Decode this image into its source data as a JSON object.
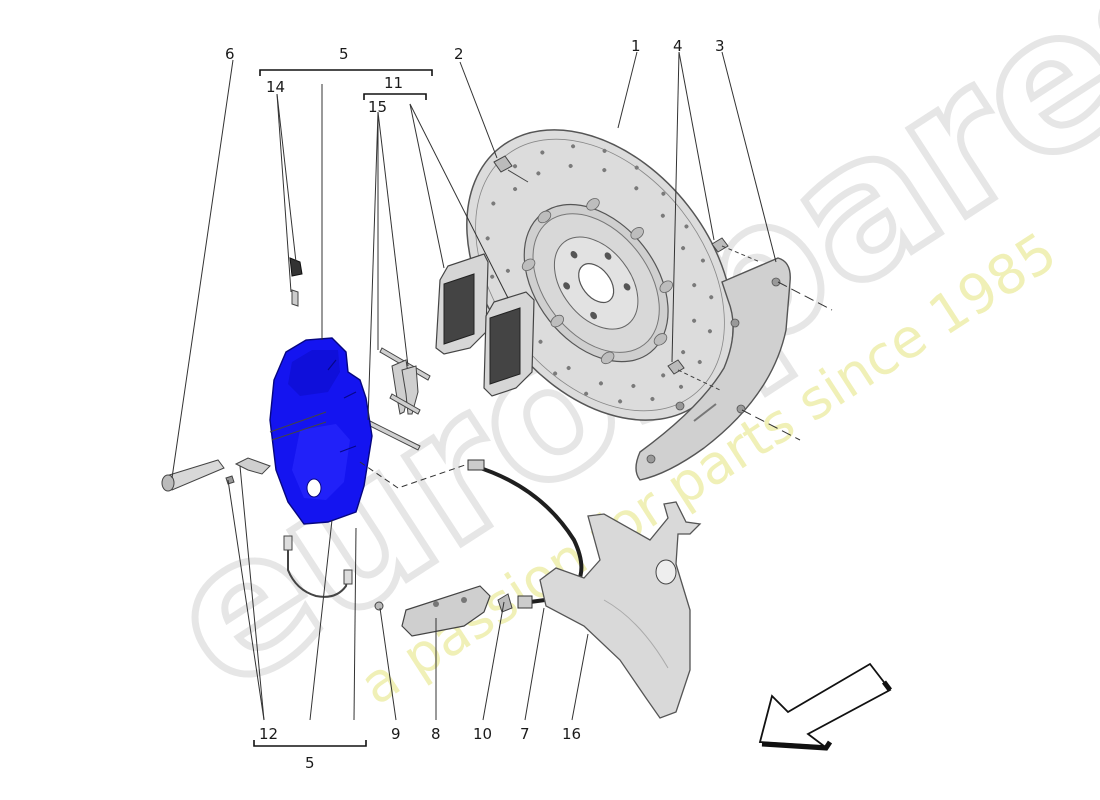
{
  "watermark": {
    "brand": "eurospares",
    "tagline": "a passion for parts since 1985"
  },
  "callouts": [
    "1",
    "2",
    "3",
    "4",
    "5",
    "6",
    "7",
    "8",
    "9",
    "10",
    "11",
    "12",
    "14",
    "15",
    "16"
  ],
  "parts": {
    "disc": "brake-disc",
    "pads": "brake-pads",
    "caliper": "brake-caliper",
    "shield": "heat-shield",
    "hose": "brake-hose",
    "bracket": "hose-bracket",
    "dust_cover": "dust-cover",
    "direction": "front-direction-arrow"
  },
  "colors": {
    "caliper": "#1010f0",
    "line": "#333333",
    "part_fill": "#d4d4d4",
    "watermark": "#e6e6e6",
    "tagline": "#efefa8"
  }
}
